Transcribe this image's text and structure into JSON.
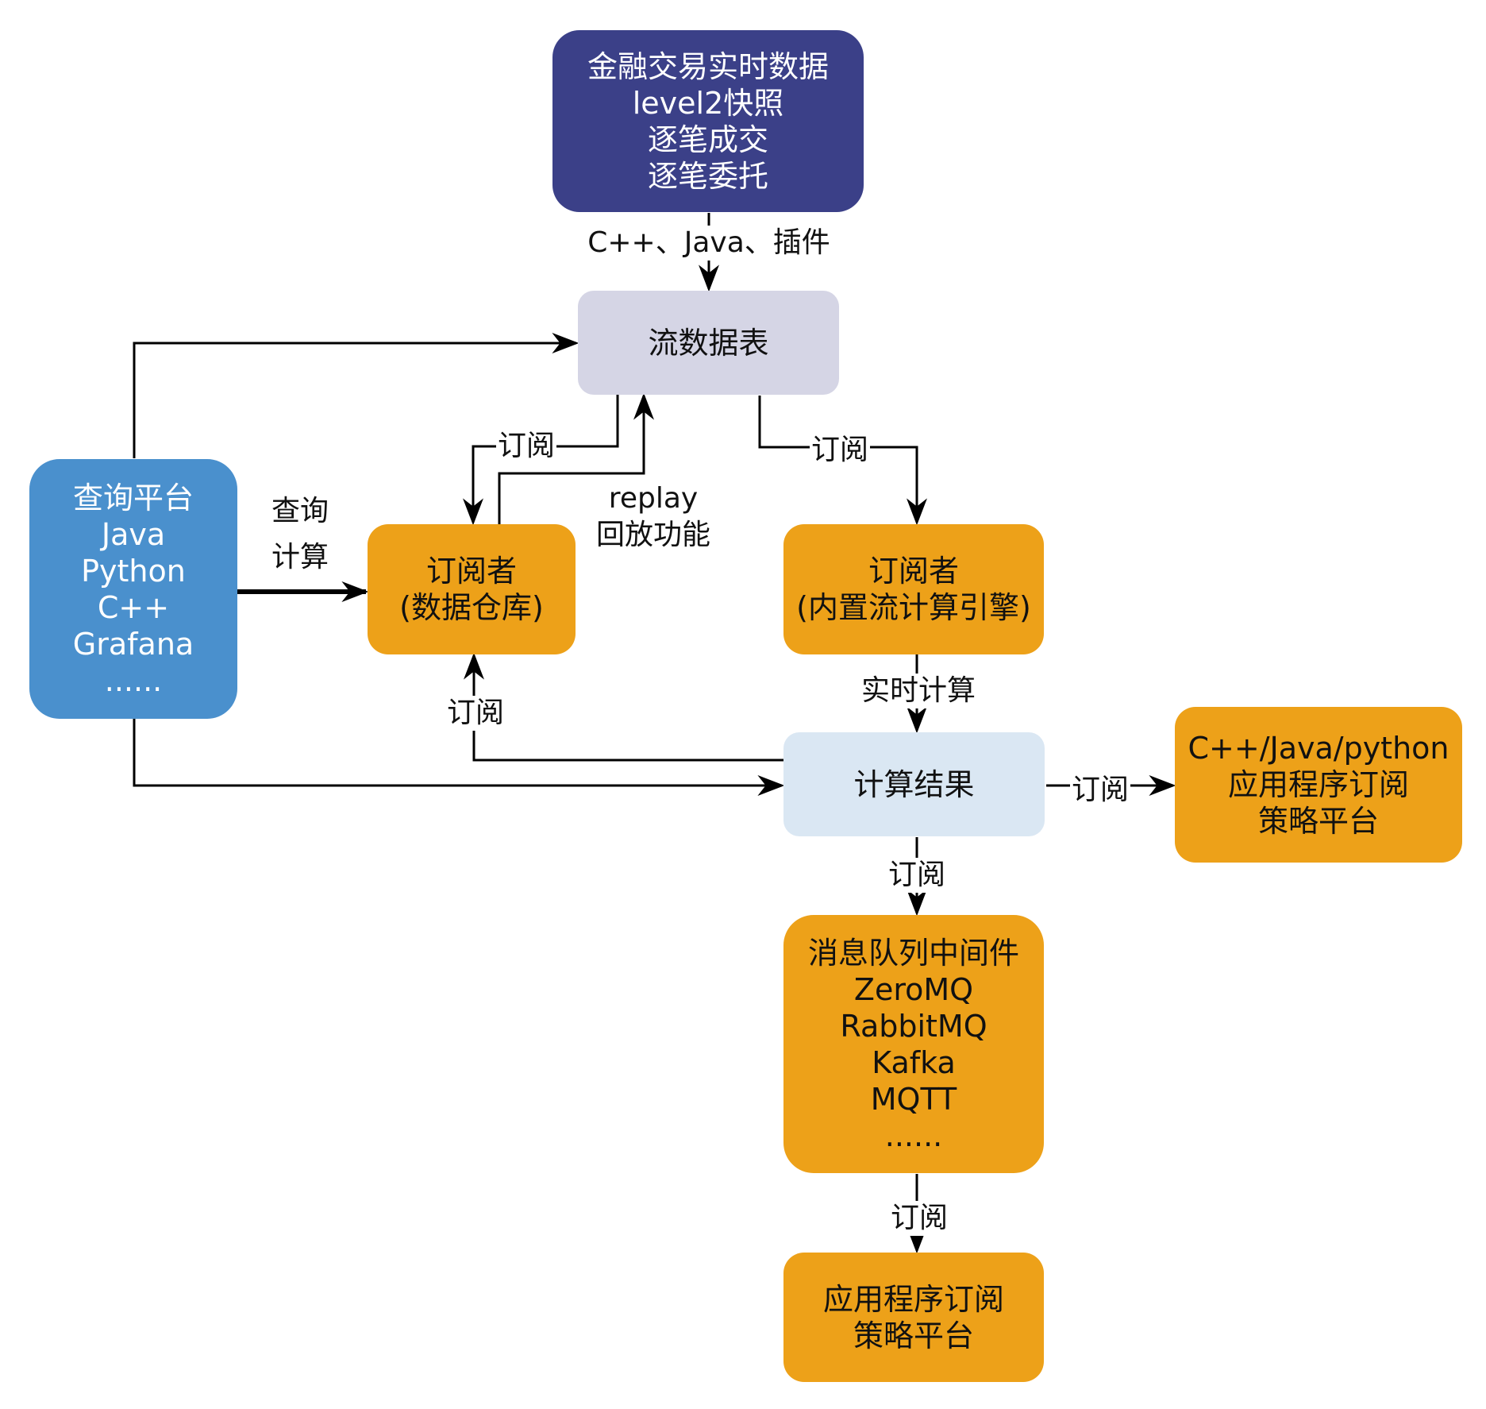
{
  "nodes": {
    "source": {
      "lines": [
        "金融交易实时数据",
        "level2快照",
        "逐笔成交",
        "逐笔委托"
      ]
    },
    "stream_table": {
      "lines": [
        "流数据表"
      ]
    },
    "query_platform": {
      "lines": [
        "查询平台",
        "Java",
        "Python",
        "C++",
        "Grafana",
        "......"
      ]
    },
    "subscriber_warehouse": {
      "lines": [
        "订阅者",
        "(数据仓库)"
      ]
    },
    "subscriber_engine": {
      "lines": [
        "订阅者",
        "(内置流计算引擎)"
      ]
    },
    "results": {
      "lines": [
        "计算结果"
      ]
    },
    "app_platform_right": {
      "lines": [
        "C++/Java/python",
        "应用程序订阅",
        "策略平台"
      ]
    },
    "mq_middleware": {
      "lines": [
        "消息队列中间件",
        "ZeroMQ",
        "RabbitMQ",
        "Kafka",
        "MQTT",
        "......"
      ]
    },
    "app_platform_bottom": {
      "lines": [
        "应用程序订阅",
        "策略平台"
      ]
    }
  },
  "edges": {
    "ingest": "C++、Java、插件",
    "query_compute": [
      "查询",
      "计算"
    ],
    "subscribe_warehouse": "订阅",
    "replay": [
      "replay",
      "回放功能"
    ],
    "subscribe_engine": "订阅",
    "realtime_compute": "实时计算",
    "subscribe_results_to_warehouse": "订阅",
    "subscribe_results_to_app": "订阅",
    "subscribe_results_to_mq": "订阅",
    "subscribe_mq_to_app": "订阅"
  },
  "colors": {
    "source": "#3b4088",
    "query_platform": "#4a90cd",
    "subscriber": "#eda119",
    "stream_table": "#d5d5e5",
    "results": "#dae7f3",
    "edge": "#000000"
  }
}
